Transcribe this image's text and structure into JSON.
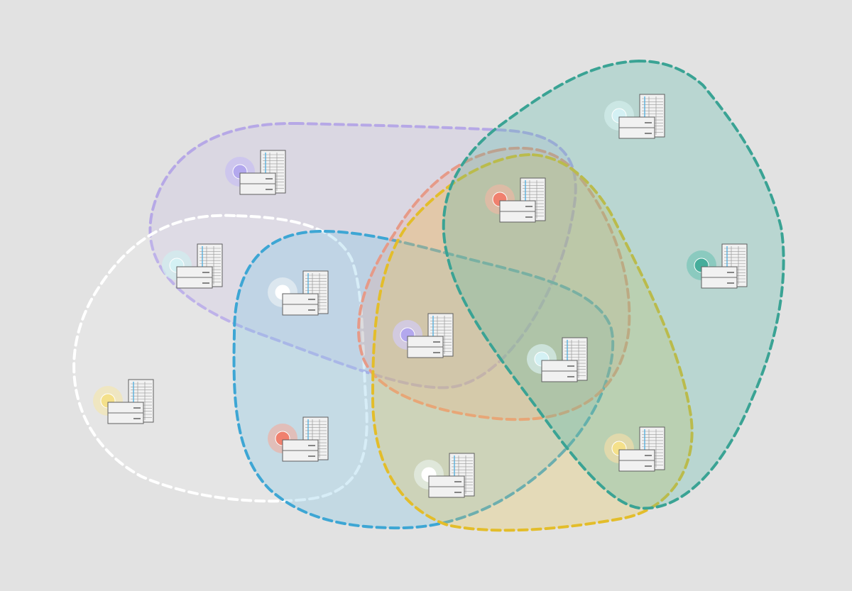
{
  "colors": {
    "background": "#e2e2e2",
    "purple": "#b6a8e6",
    "white": "#ffffff",
    "blue": "#3da6d4",
    "salmon": "#e6907c",
    "yellow": "#e6bf2a",
    "teal": "#3aa394",
    "panel": "#f1f1f1",
    "panel_line": "#6c6c6c",
    "spreadsheet_accent": "#5bb7e6"
  },
  "groups": [
    {
      "id": "purple",
      "stroke": "#b6a8e6",
      "fill": "#b6a8e6",
      "fill_opacity": 0.18
    },
    {
      "id": "white",
      "stroke": "#ffffff",
      "fill": "#ffffff",
      "fill_opacity": 0.12
    },
    {
      "id": "blue",
      "stroke": "#3da6d4",
      "fill": "#7cc3e6",
      "fill_opacity": 0.3
    },
    {
      "id": "salmon",
      "stroke": "#e69a88",
      "fill": "#f0a08a",
      "fill_opacity": 0.22
    },
    {
      "id": "yellow",
      "stroke": "#e3bd2a",
      "fill": "#e9c74a",
      "fill_opacity": 0.28
    },
    {
      "id": "teal",
      "stroke": "#3aa394",
      "fill": "#4fb6a6",
      "fill_opacity": 0.28
    }
  ],
  "nodes": [
    {
      "id": "n1",
      "dot": "#b3a8ee",
      "halo": "#c8c0f0"
    },
    {
      "id": "n2",
      "dot": "#d4f1f4",
      "halo": "#d0ecee"
    },
    {
      "id": "n3",
      "dot": "#ffffff",
      "halo": "#e6eef2"
    },
    {
      "id": "n4",
      "dot": "#f4e08a",
      "halo": "#f2e6b4"
    },
    {
      "id": "n5",
      "dot": "#f0806e",
      "halo": "#eab4aa"
    },
    {
      "id": "n6",
      "dot": "#b3a8ee",
      "halo": "#d2cbf0"
    },
    {
      "id": "n7",
      "dot": "#d4f1f4",
      "halo": "#d6ecea"
    },
    {
      "id": "n8",
      "dot": "#ffffff",
      "halo": "#e4eee6"
    },
    {
      "id": "n9",
      "dot": "#f0806e",
      "halo": "#e8b8a4"
    },
    {
      "id": "n10",
      "dot": "#d4f1f4",
      "halo": "#d2ecea"
    },
    {
      "id": "n11",
      "dot": "#46ad9b",
      "halo": "#7cc6b8"
    },
    {
      "id": "n12",
      "dot": "#f4e08a",
      "halo": "#ecdcaa"
    }
  ]
}
